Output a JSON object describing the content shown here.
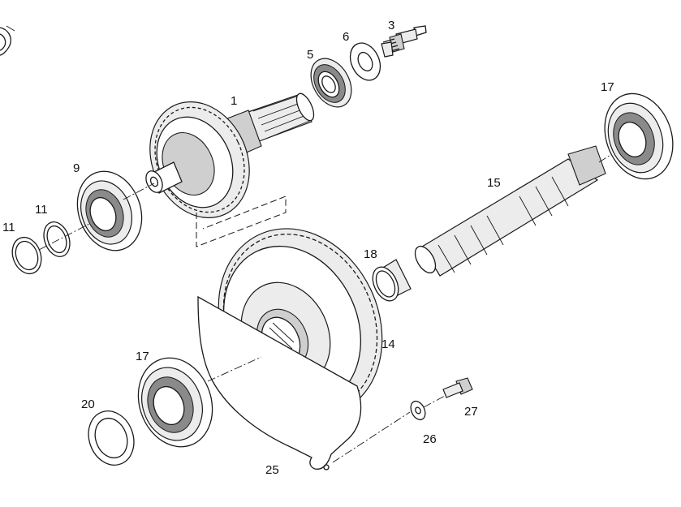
{
  "diagram": {
    "type": "exploded-parts-view",
    "labels": {
      "l1": "1",
      "l3": "3",
      "l5": "5",
      "l6": "6",
      "l9": "9",
      "l11a": "11",
      "l11b": "11",
      "l14": "14",
      "l15": "15",
      "l17a": "17",
      "l17b": "17",
      "l18": "18",
      "l20": "20",
      "l25": "25",
      "l26": "26",
      "l27": "27"
    },
    "colors": {
      "line": "#1a1a1a",
      "background": "#ffffff",
      "shade_light": "#ececec",
      "shade_mid": "#cfcfcf",
      "shade_dark": "#8a8a8a"
    }
  }
}
